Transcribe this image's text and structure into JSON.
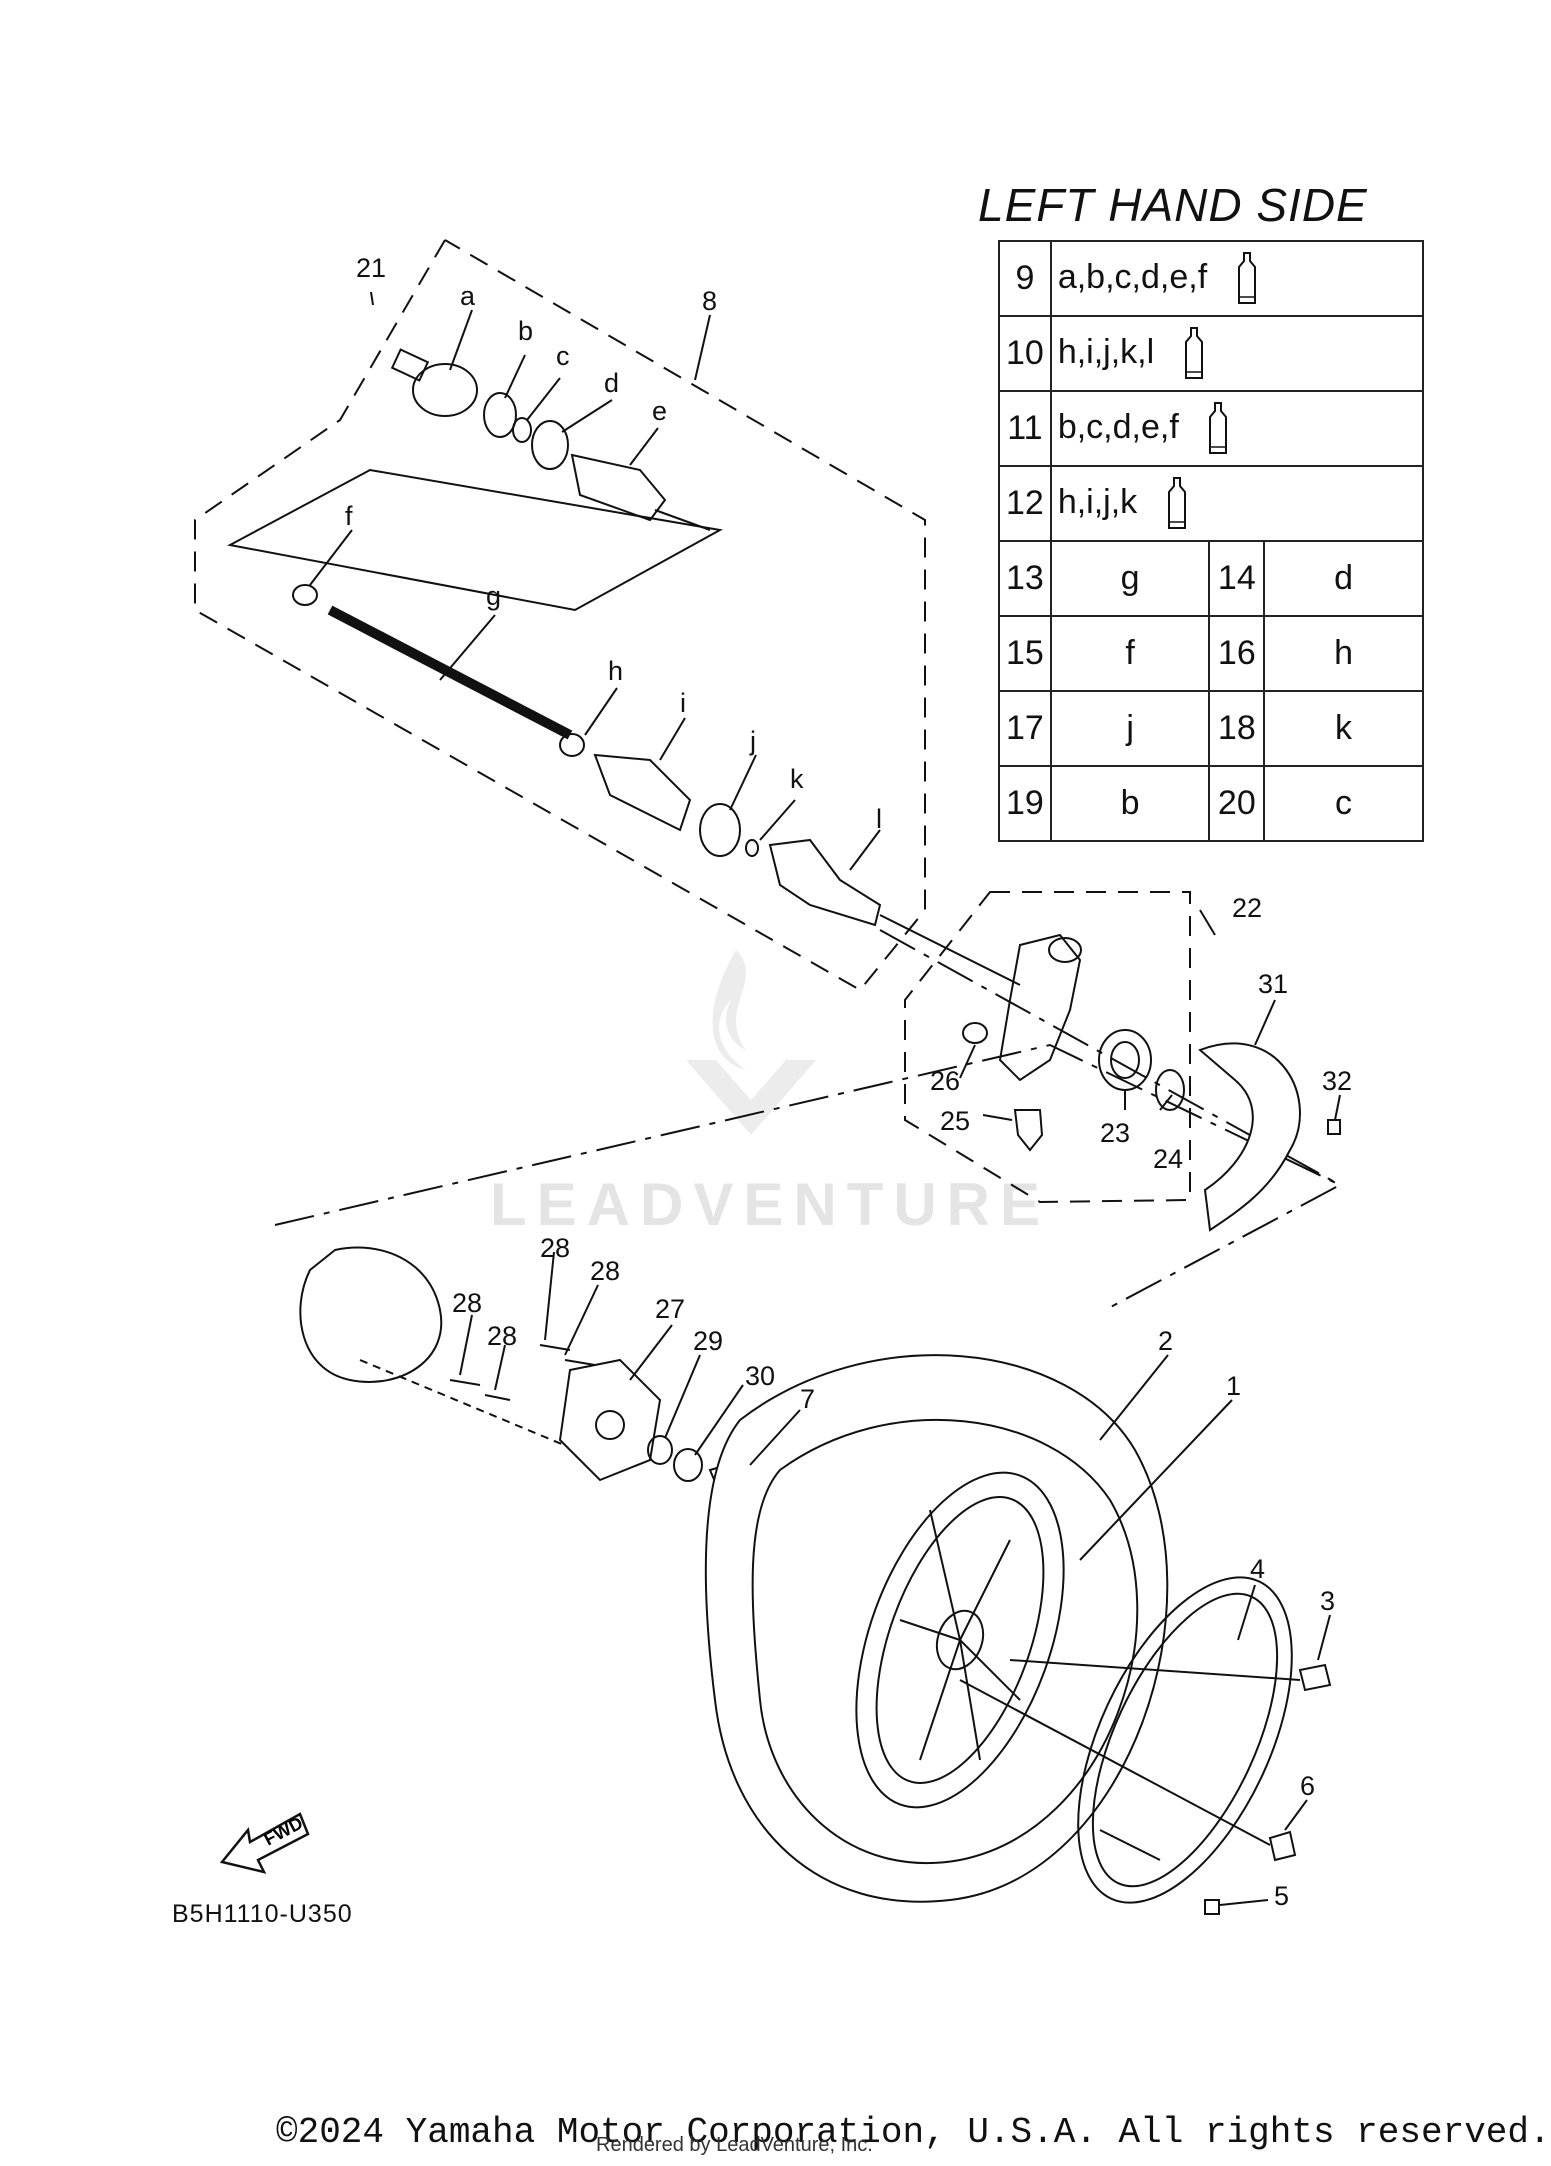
{
  "header": {
    "title": "LEFT HAND SIDE"
  },
  "legend": {
    "row9": {
      "num": "9",
      "parts": "a,b,c,d,e,f",
      "icon": "grease-tube-icon"
    },
    "row10": {
      "num": "10",
      "parts": "h,i,j,k,l",
      "icon": "grease-tube-icon"
    },
    "row11": {
      "num": "11",
      "parts": "b,c,d,e,f",
      "icon": "grease-tube-icon"
    },
    "row12": {
      "num": "12",
      "parts": "h,i,j,k",
      "icon": "grease-tube-icon"
    },
    "row13": {
      "num1": "13",
      "val1": "g",
      "num2": "14",
      "val2": "d"
    },
    "row15": {
      "num1": "15",
      "val1": "f",
      "num2": "16",
      "val2": "h"
    },
    "row17": {
      "num1": "17",
      "val1": "j",
      "num2": "18",
      "val2": "k"
    },
    "row19": {
      "num1": "19",
      "val1": "b",
      "num2": "20",
      "val2": "c"
    }
  },
  "callouts": {
    "c1": "1",
    "c2": "2",
    "c3": "3",
    "c4": "4",
    "c5": "5",
    "c6": "6",
    "c7": "7",
    "c8": "8",
    "c21": "21",
    "c22": "22",
    "c23": "23",
    "c24": "24",
    "c25": "25",
    "c26": "26",
    "c27": "27",
    "c28a": "28",
    "c28b": "28",
    "c28c": "28",
    "c28d": "28",
    "c29": "29",
    "c30": "30",
    "c31": "31",
    "c32": "32",
    "la": "a",
    "lb": "b",
    "lc": "c",
    "ld": "d",
    "le": "e",
    "lf": "f",
    "lg": "g",
    "lh": "h",
    "li": "i",
    "lj": "j",
    "lk": "k",
    "ll": "l"
  },
  "fwd_arrow": {
    "label": "FWD"
  },
  "watermark": {
    "text": "LEADVENTURE",
    "icon": "leadventure-logo-icon"
  },
  "footer": {
    "diagram_code": "B5H1110-U350",
    "copyright": "©2024 Yamaha Motor Corporation, U.S.A. All rights reserved.",
    "rendered_by": "Rendered by LeadVenture, Inc."
  }
}
